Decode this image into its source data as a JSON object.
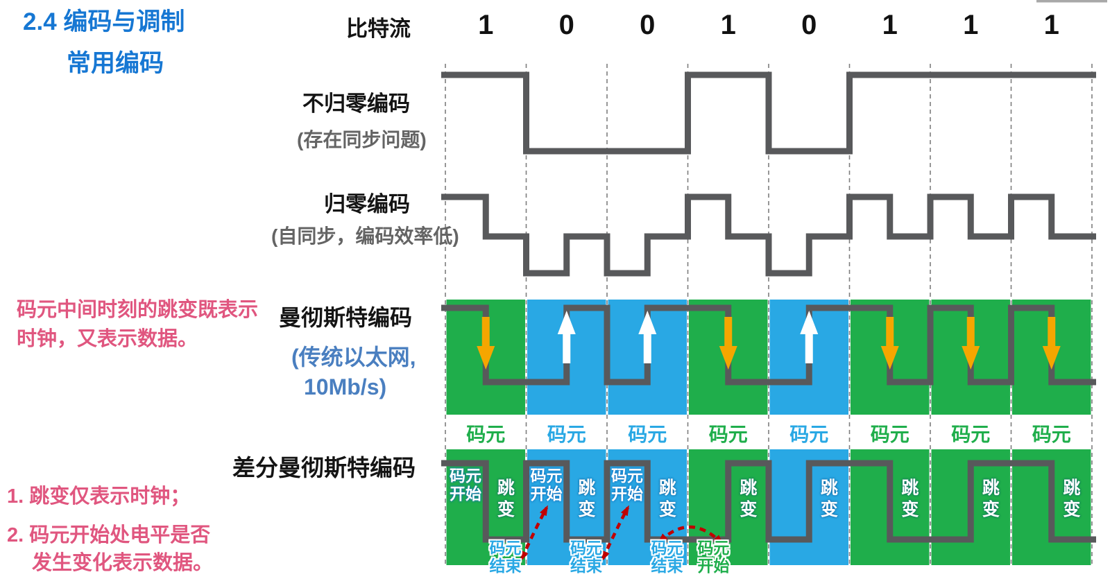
{
  "title": {
    "line1": "2.4 编码与调制",
    "line2": "常用编码"
  },
  "row_labels": {
    "bitstream": "比特流",
    "nrz": "不归零编码",
    "nrz_note": "(存在同步问题)",
    "rz": "归零编码",
    "rz_note": "(自同步，编码效率低)",
    "manchester": "曼彻斯特编码",
    "manchester_note1": "(传统以太网,",
    "manchester_note2": "10Mb/s)",
    "diff_manchester": "差分曼彻斯特编码"
  },
  "notes": {
    "manchester_principle1": "码元中间时刻的跳变既表示",
    "manchester_principle2": "时钟，又表示数据。",
    "diff_principle1": "1. 跳变仅表示时钟；",
    "diff_principle2a": "2. 码元开始处电平是否",
    "diff_principle2b": "发生变化表示数据。"
  },
  "cell_labels": {
    "symbol": "码元",
    "transition": "跳变",
    "symbol_start": "码元开始",
    "symbol_end": "码元结束"
  },
  "colors": {
    "bit1_green": "#1fae4b",
    "bit0_blue": "#29a8e4",
    "arrow_down_orange": "#f5a600",
    "arrow_up_white": "#ffffff",
    "wave_gray": "#58595b",
    "red_dashed_arrow": "#c00000",
    "pink_text": "#e0567f",
    "title_blue": "#1677d3",
    "ethernet_note_blue": "#4a7fc0",
    "secondary_text_gray": "#646464"
  },
  "chart_data": {
    "type": "digital-waveform-diagram",
    "bits": [
      1,
      0,
      0,
      1,
      0,
      1,
      1,
      1
    ],
    "column_colors": [
      "green",
      "blue",
      "blue",
      "green",
      "blue",
      "green",
      "green",
      "green"
    ],
    "levels_legend": "H=high, Z=zero, L=low; each bit split into two half-intervals",
    "encodings": [
      {
        "name": "不归零编码",
        "note": "(存在同步问题)",
        "halves": [
          [
            "H",
            "H"
          ],
          [
            "L",
            "L"
          ],
          [
            "L",
            "L"
          ],
          [
            "H",
            "H"
          ],
          [
            "L",
            "L"
          ],
          [
            "H",
            "H"
          ],
          [
            "H",
            "H"
          ],
          [
            "H",
            "H"
          ]
        ]
      },
      {
        "name": "归零编码",
        "note": "(自同步，编码效率低)",
        "halves": [
          [
            "H",
            "Z"
          ],
          [
            "L",
            "Z"
          ],
          [
            "L",
            "Z"
          ],
          [
            "H",
            "Z"
          ],
          [
            "L",
            "Z"
          ],
          [
            "H",
            "Z"
          ],
          [
            "H",
            "Z"
          ],
          [
            "H",
            "Z"
          ]
        ]
      },
      {
        "name": "曼彻斯特编码",
        "note": "(传统以太网, 10Mb/s)",
        "halves": [
          [
            "H",
            "L"
          ],
          [
            "L",
            "H"
          ],
          [
            "L",
            "H"
          ],
          [
            "H",
            "L"
          ],
          [
            "L",
            "H"
          ],
          [
            "H",
            "L"
          ],
          [
            "H",
            "L"
          ],
          [
            "H",
            "L"
          ]
        ],
        "mid_arrows": [
          "down",
          "up",
          "up",
          "down",
          "up",
          "down",
          "down",
          "down"
        ]
      },
      {
        "name": "差分曼彻斯特编码",
        "halves": [
          [
            "H",
            "L"
          ],
          [
            "H",
            "L"
          ],
          [
            "H",
            "L"
          ],
          [
            "L",
            "H"
          ],
          [
            "L",
            "H"
          ],
          [
            "H",
            "L"
          ],
          [
            "L",
            "H"
          ],
          [
            "H",
            "L"
          ]
        ]
      }
    ],
    "diff_annotations": {
      "symbol_start_top_columns": [
        1,
        2,
        3
      ],
      "symbol_end_bottom_columns": [
        1,
        2,
        3
      ],
      "symbol_start_bottom_columns": [
        4
      ],
      "transition_columns": [
        1,
        2,
        3,
        4,
        5,
        6,
        7,
        8
      ]
    }
  }
}
